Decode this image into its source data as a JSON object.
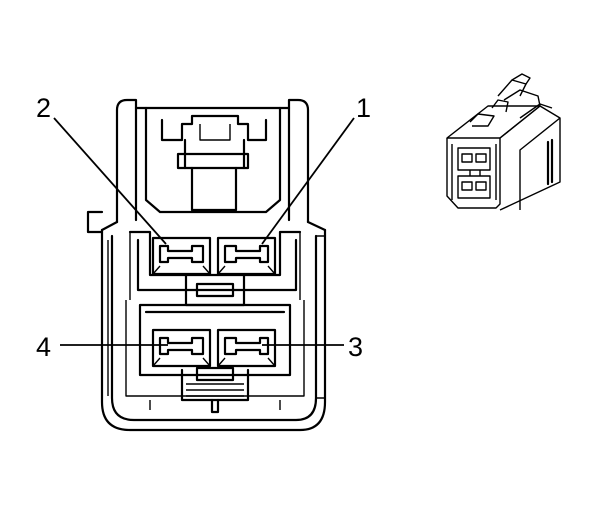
{
  "callouts": {
    "pin_1": "1",
    "pin_2": "2",
    "pin_3": "3",
    "pin_4": "4"
  }
}
